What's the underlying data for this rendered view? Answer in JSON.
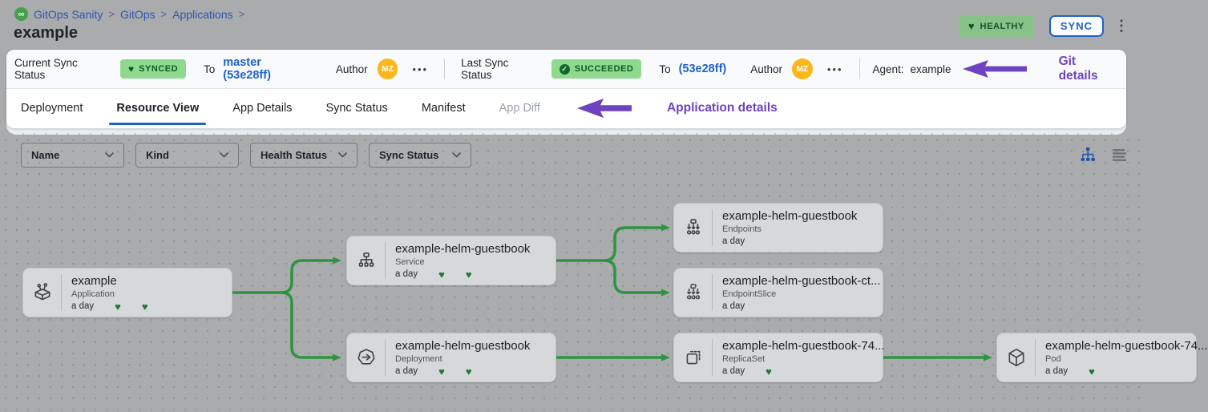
{
  "colors": {
    "accent_blue": "#2062c8",
    "purple": "#6d43c0",
    "connector_green": "#2e9440",
    "badge_green_bg": "#8fd98f",
    "badge_green_text": "#0b5b24",
    "heart_green": "#1b7a2f",
    "avatar_orange": "#fcb71d",
    "healthy_bg": "#87c388",
    "card_bg": "#d7d8d9"
  },
  "icons": {
    "heart": "♥",
    "check": "✓",
    "kebab": "⋮",
    "infinity": "∞",
    "more": "•••"
  },
  "breadcrumb": {
    "app": "GitOps Sanity",
    "section": "GitOps",
    "page": "Applications",
    "separator": ">"
  },
  "header": {
    "title": "example",
    "health_badge": "HEALTHY",
    "sync_button": "SYNC"
  },
  "status_bar": {
    "current": {
      "label": "Current Sync Status",
      "badge": "SYNCED",
      "to_label": "To",
      "target": "master (53e28ff)",
      "author_label": "Author",
      "author_initials": "MZ"
    },
    "last": {
      "label": "Last Sync Status",
      "badge": "SUCCEEDED",
      "to_label": "To",
      "target": "(53e28ff)",
      "author_label": "Author",
      "author_initials": "MZ"
    },
    "agent": {
      "label": "Agent:",
      "value": "example"
    },
    "annotation": "Git details"
  },
  "tabs": {
    "items": [
      {
        "label": "Deployment"
      },
      {
        "label": "Resource View"
      },
      {
        "label": "App Details"
      },
      {
        "label": "Sync Status"
      },
      {
        "label": "Manifest"
      },
      {
        "label": "App Diff"
      }
    ],
    "active": "Resource View",
    "annotation": "Application details"
  },
  "filters": {
    "items": [
      {
        "label": "Name"
      },
      {
        "label": "Kind"
      },
      {
        "label": "Health Status"
      },
      {
        "label": "Sync Status"
      }
    ]
  },
  "canvas": {
    "nodes": [
      {
        "name": "example",
        "kind": "Application",
        "age": "a day",
        "hearts": 2
      },
      {
        "name": "example-helm-guestbook",
        "kind": "Service",
        "age": "a day",
        "hearts": 2
      },
      {
        "name": "example-helm-guestbook",
        "kind": "Deployment",
        "age": "a day",
        "hearts": 2
      },
      {
        "name": "example-helm-guestbook",
        "kind": "Endpoints",
        "age": "a day",
        "hearts": 0
      },
      {
        "name": "example-helm-guestbook-ct...",
        "kind": "EndpointSlice",
        "age": "a day",
        "hearts": 0
      },
      {
        "name": "example-helm-guestbook-74...",
        "kind": "ReplicaSet",
        "age": "a day",
        "hearts": 1
      },
      {
        "name": "example-helm-guestbook-74...",
        "kind": "Pod",
        "age": "a day",
        "hearts": 1
      }
    ]
  }
}
